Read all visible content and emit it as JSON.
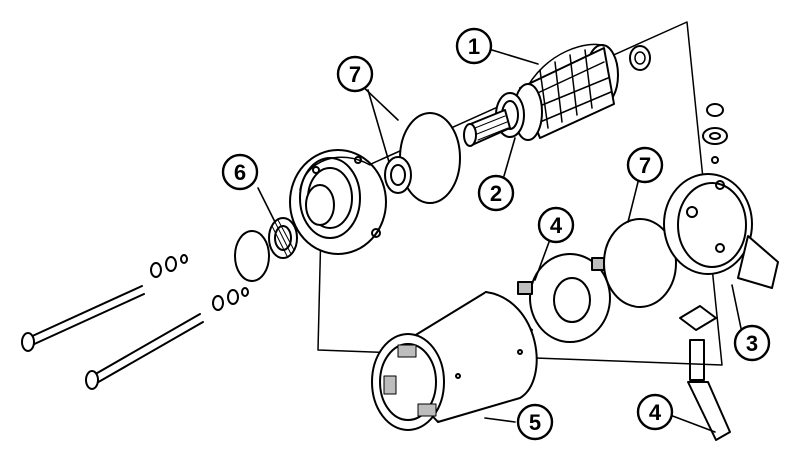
{
  "callouts": [
    {
      "id": "c1",
      "label": "1"
    },
    {
      "id": "c2",
      "label": "2"
    },
    {
      "id": "c3",
      "label": "3"
    },
    {
      "id": "c4a",
      "label": "4"
    },
    {
      "id": "c4b",
      "label": "4"
    },
    {
      "id": "c5",
      "label": "5"
    },
    {
      "id": "c6",
      "label": "6"
    },
    {
      "id": "c7a",
      "label": "7"
    },
    {
      "id": "c7b",
      "label": "7"
    }
  ],
  "colors": {
    "ink": "#000000",
    "paper": "#ffffff",
    "shade": "#bdbdbd"
  }
}
